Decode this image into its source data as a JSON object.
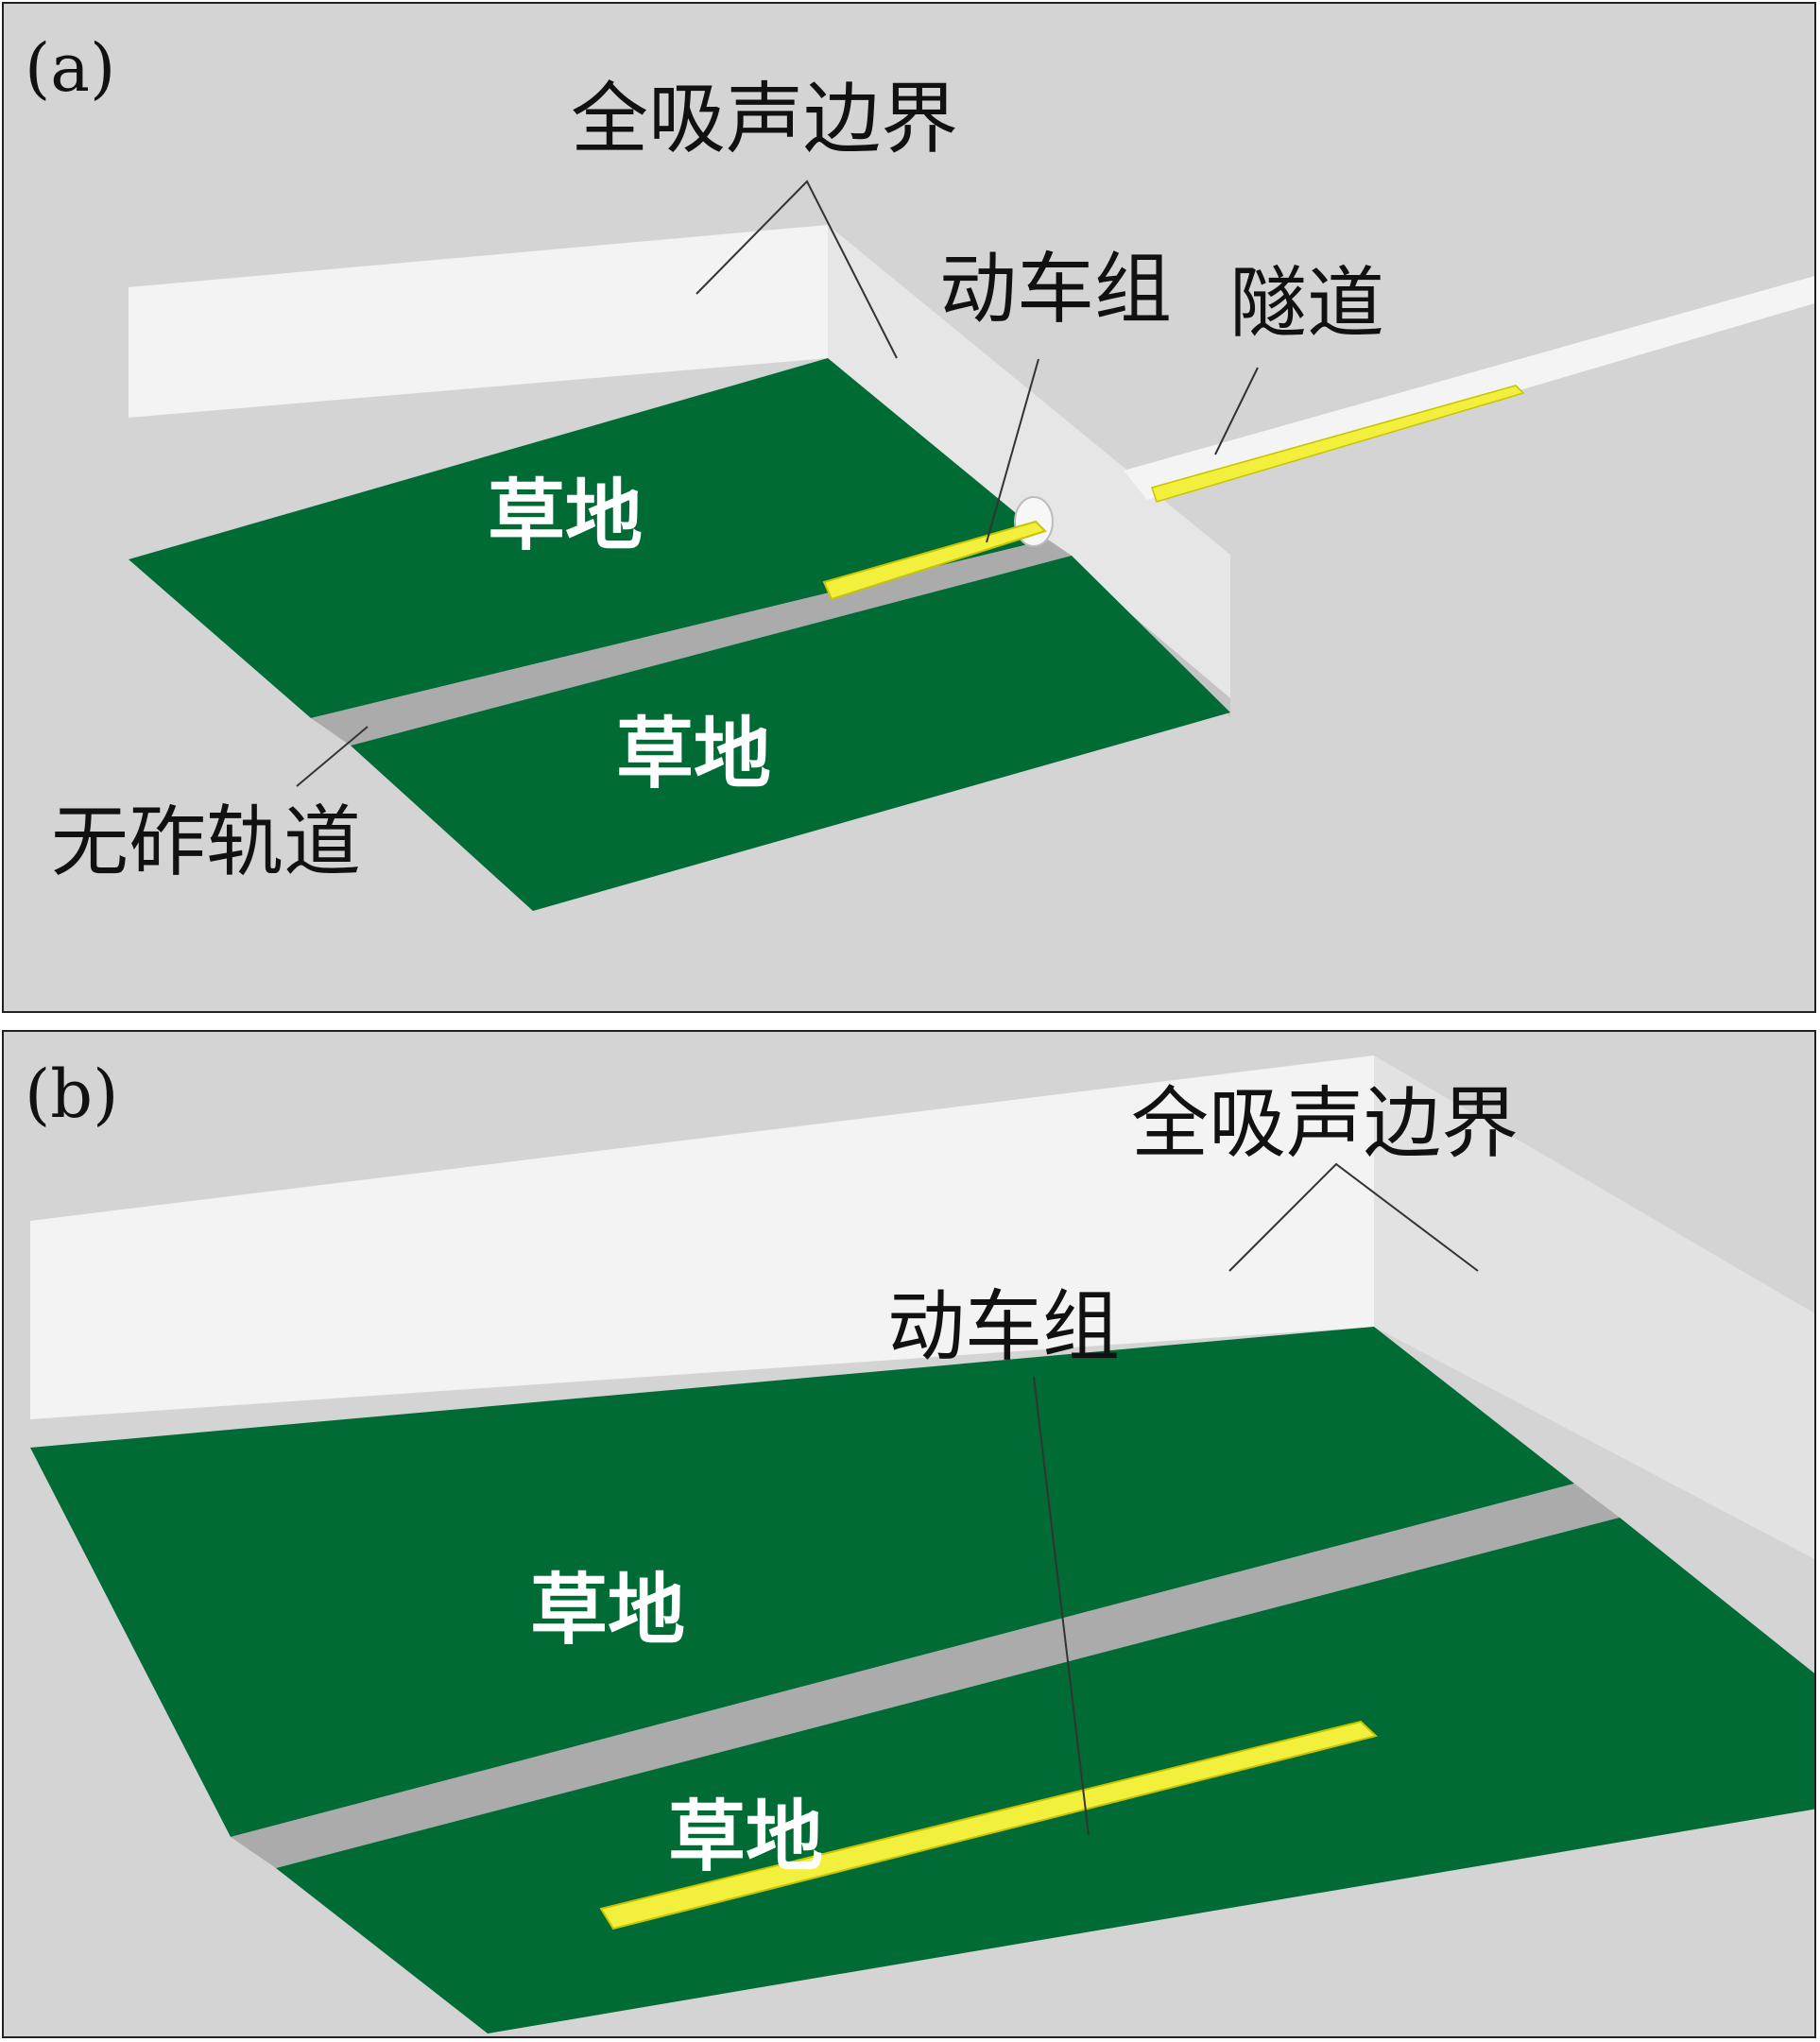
{
  "panel_a": {
    "tag": "(a)",
    "labels": {
      "boundary": "全吸声边界",
      "train": "动车组",
      "tunnel": "隧道",
      "grass_upper": "草地",
      "grass_lower": "草地",
      "track": "无砟轨道"
    }
  },
  "panel_b": {
    "tag": "(b)",
    "labels": {
      "boundary": "全吸声边界",
      "train": "动车组",
      "grass_upper": "草地",
      "grass_lower": "草地"
    }
  },
  "colors": {
    "background": "#d4d4d4",
    "wall": "#f2f2f2",
    "grass": "#006b35",
    "track": "#ababab",
    "train": "#f2f03c",
    "tunnel": "#f4f4f4"
  }
}
